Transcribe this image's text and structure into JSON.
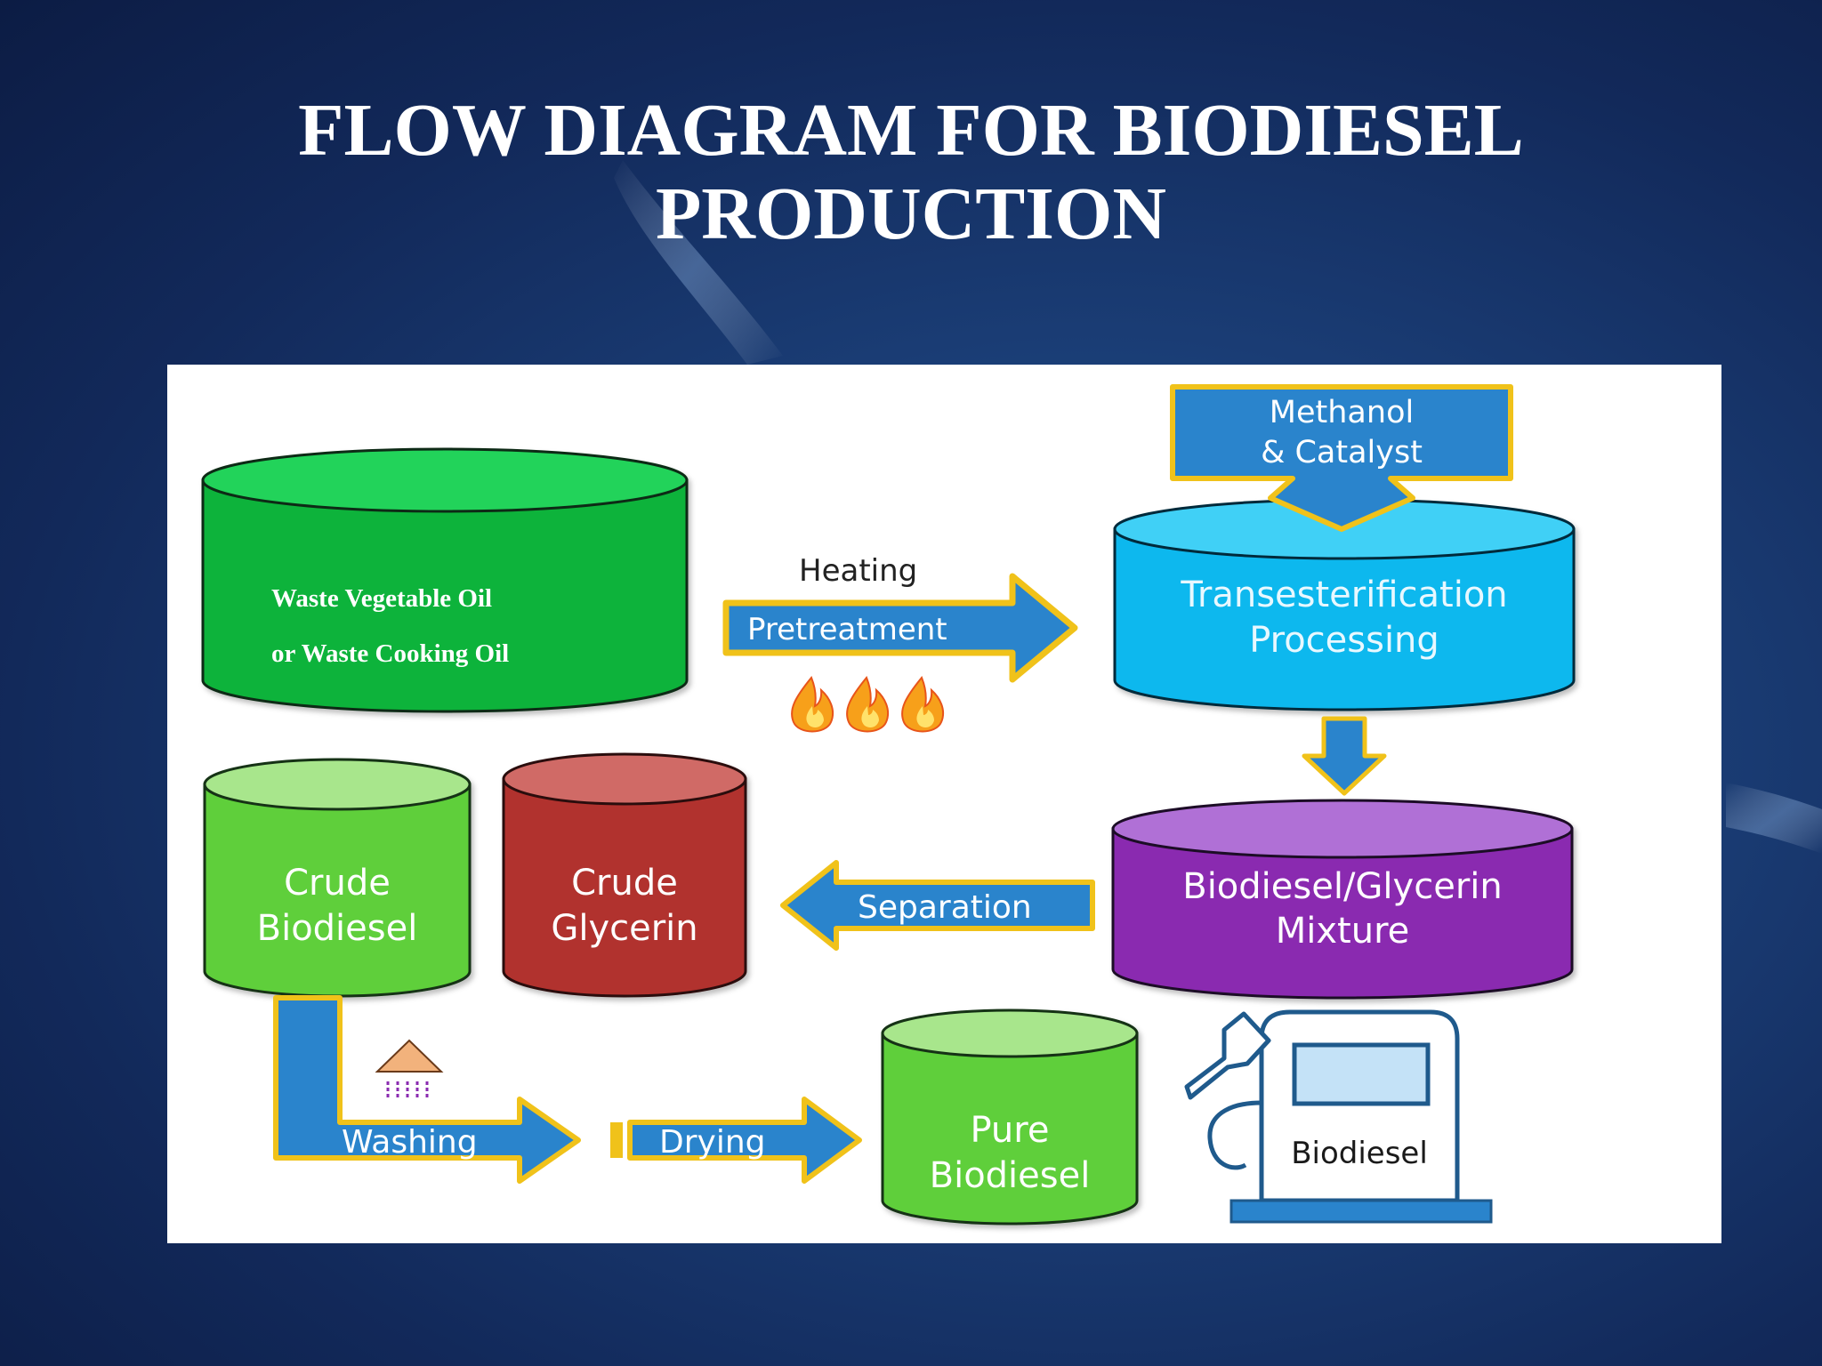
{
  "title": {
    "line1": "FLOW DIAGRAM FOR BIODIESEL",
    "line2": "PRODUCTION"
  },
  "diagram": {
    "feedstock": {
      "line1": "Waste Vegetable Oil",
      "line2": "or Waste Cooking Oil"
    },
    "heating_label": "Heating",
    "pretreatment_label": "Pretreatment",
    "methanol": {
      "line1": "Methanol",
      "line2": "& Catalyst"
    },
    "transesterification": {
      "line1": "Transesterification",
      "line2": "Processing"
    },
    "mixture": {
      "line1": "Biodiesel/Glycerin",
      "line2": "Mixture"
    },
    "separation_label": "Separation",
    "crude_biodiesel": {
      "line1": "Crude",
      "line2": "Biodiesel"
    },
    "crude_glycerin": {
      "line1": "Crude",
      "line2": "Glycerin"
    },
    "washing_label": "Washing",
    "drying_label": "Drying",
    "pure_biodiesel": {
      "line1": "Pure",
      "line2": "Biodiesel"
    },
    "pump_label": "Biodiesel"
  },
  "colors": {
    "arrow_blue": "#2a84cc",
    "arrow_outline": "#f0c21a",
    "green_dark": "#0cb33b",
    "green_light": "#5fcf3a",
    "cyan": "#0bb8ee",
    "purple": "#8a2bb0",
    "red": "#b1302e"
  },
  "icons": [
    "fire-icon",
    "shower-icon",
    "fuel-pump-icon"
  ]
}
